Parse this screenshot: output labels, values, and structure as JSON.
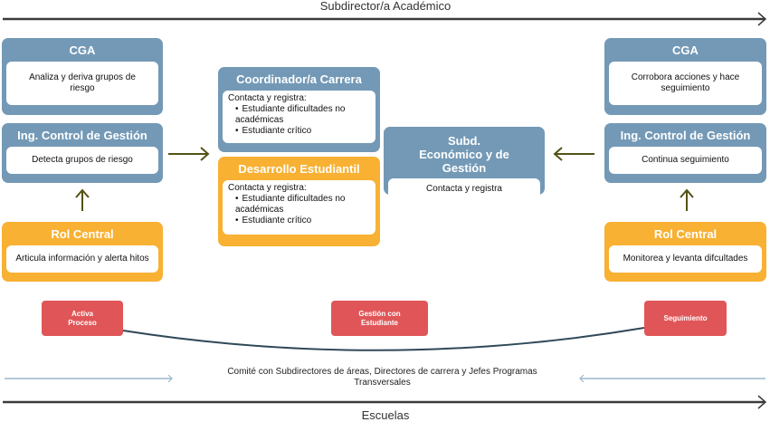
{
  "top_axis": {
    "label": "Subdirector/a Académico"
  },
  "bottom_axis": {
    "label": "Escuelas"
  },
  "left_column": {
    "cga": {
      "title": "CGA",
      "body": "Analiza y deriva grupos de riesgo"
    },
    "control": {
      "title": "Ing. Control de Gestión",
      "body": "Detecta grupos de riesgo"
    },
    "rol": {
      "title": "Rol Central",
      "body": "Articula información y alerta hitos"
    }
  },
  "middle_column": {
    "coordinador": {
      "title": "Coordinador/a Carrera",
      "intro": "Contacta y registra:",
      "items": [
        "Estudiante dificultades no académicas",
        "Estudiante crítico"
      ]
    },
    "desarrollo": {
      "title": "Desarrollo Estudiantil",
      "intro": "Contacta y registra:",
      "items": [
        "Estudiante dificultades no académicas",
        "Estudiante crítico"
      ]
    }
  },
  "center": {
    "subd": {
      "title": "Subd. Económico y de Gestión",
      "body": "Contacta y registra"
    }
  },
  "right_column": {
    "cga": {
      "title": "CGA",
      "body": "Corrobora acciones y hace seguimiento"
    },
    "control": {
      "title": "Ing. Control de Gestión",
      "body": "Continua seguimiento"
    },
    "rol": {
      "title": "Rol Central",
      "body": "Monitorea y levanta difcultades"
    }
  },
  "phases": [
    {
      "label": "Activa Proceso"
    },
    {
      "label": "Gestión con Estudiante"
    },
    {
      "label": "Seguimiento"
    }
  ],
  "committee": {
    "text": "Comité con Subdirectores de áreas, Directores de carrera y Jefes Programas Transversales"
  },
  "colors": {
    "blue": "#7399b6",
    "orange": "#f8b133",
    "red": "#e05658",
    "arrow_olive": "#545214",
    "axis": "#333333",
    "light_arrow": "#9ab8ca",
    "curve": "#2f4858"
  }
}
